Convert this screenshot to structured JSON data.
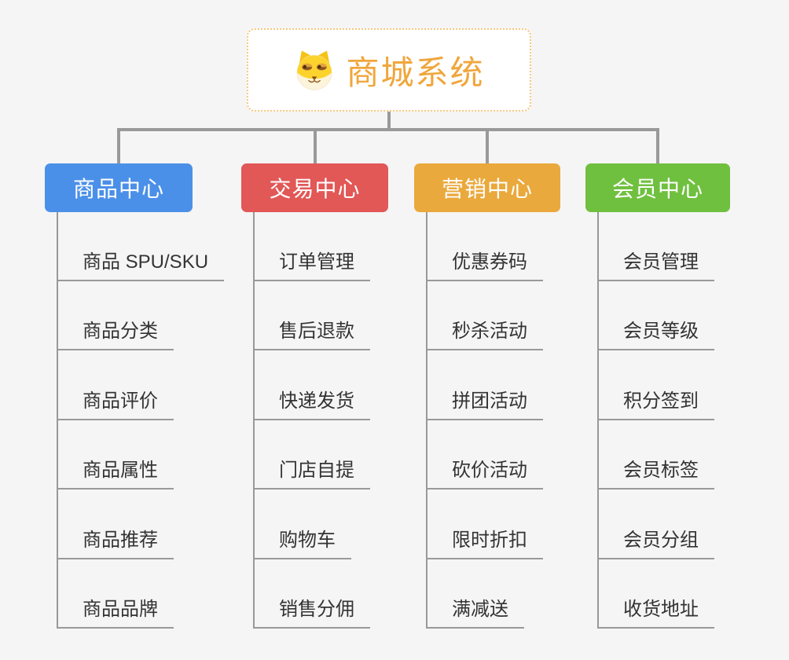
{
  "canvas": {
    "background": "#f5f5f5",
    "connector_color": "#999999"
  },
  "root": {
    "title": "商城系统",
    "icon": "doge-face-icon",
    "text_color": "#f0a63c",
    "border_color": "#f5c87f"
  },
  "branches": [
    {
      "label": "商品中心",
      "color": "#4b90e8",
      "children": [
        "商品 SPU/SKU",
        "商品分类",
        "商品评价",
        "商品属性",
        "商品推荐",
        "商品品牌"
      ]
    },
    {
      "label": "交易中心",
      "color": "#e15857",
      "children": [
        "订单管理",
        "售后退款",
        "快递发货",
        "门店自提",
        "购物车",
        "销售分佣"
      ]
    },
    {
      "label": "营销中心",
      "color": "#eaa93c",
      "children": [
        "优惠券码",
        "秒杀活动",
        "拼团活动",
        "砍价活动",
        "限时折扣",
        "满减送"
      ]
    },
    {
      "label": "会员中心",
      "color": "#70c040",
      "children": [
        "会员管理",
        "会员等级",
        "积分签到",
        "会员标签",
        "会员分组",
        "收货地址"
      ]
    }
  ]
}
